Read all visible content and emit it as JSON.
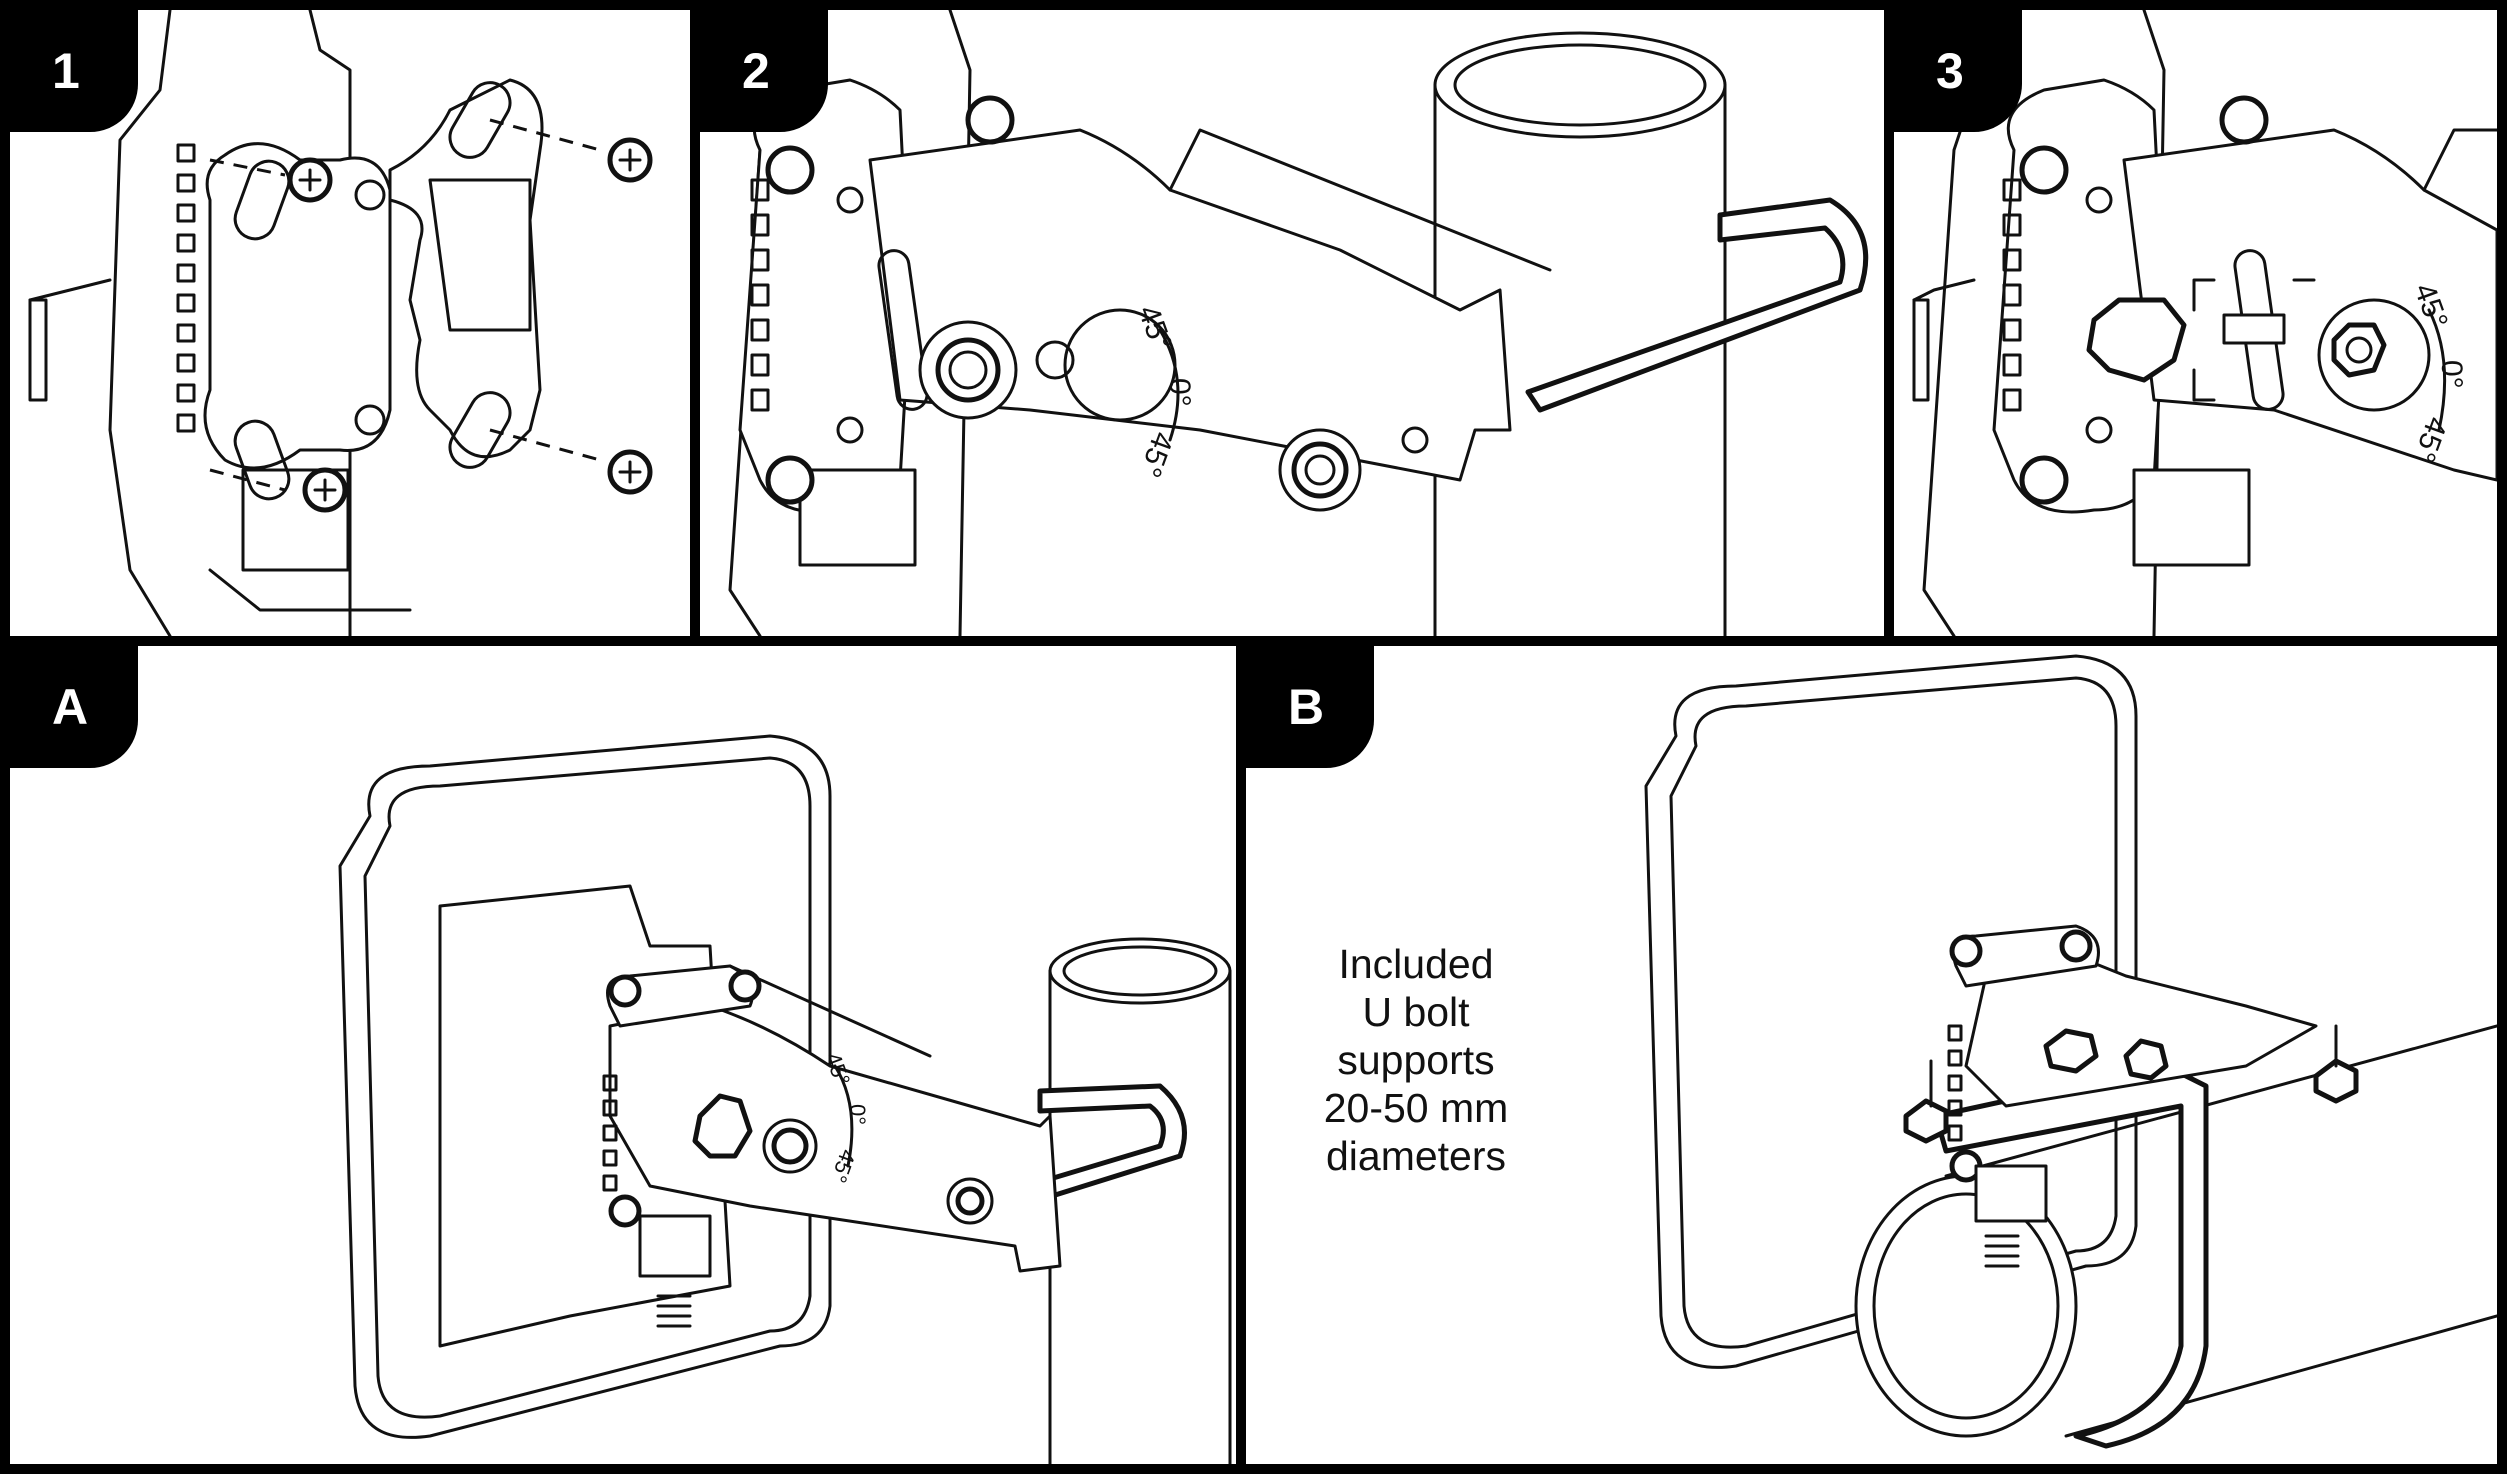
{
  "panels": {
    "step1": {
      "label": "1"
    },
    "step2": {
      "label": "2",
      "scale": {
        "top": "45°",
        "mid": "0°",
        "bottom": "45°"
      }
    },
    "step3": {
      "label": "3",
      "scale": {
        "top": "45°",
        "mid": "0°",
        "bottom": "45°"
      }
    },
    "optionA": {
      "label": "A",
      "scale": {
        "top": "45°",
        "mid": "0°",
        "bottom": "45°"
      }
    },
    "optionB": {
      "label": "B",
      "caption": [
        "Included",
        "U bolt",
        "supports",
        "20-50 mm",
        "diameters"
      ]
    }
  },
  "colors": {
    "background": "#000000",
    "panel": "#ffffff",
    "line": "#111111"
  }
}
